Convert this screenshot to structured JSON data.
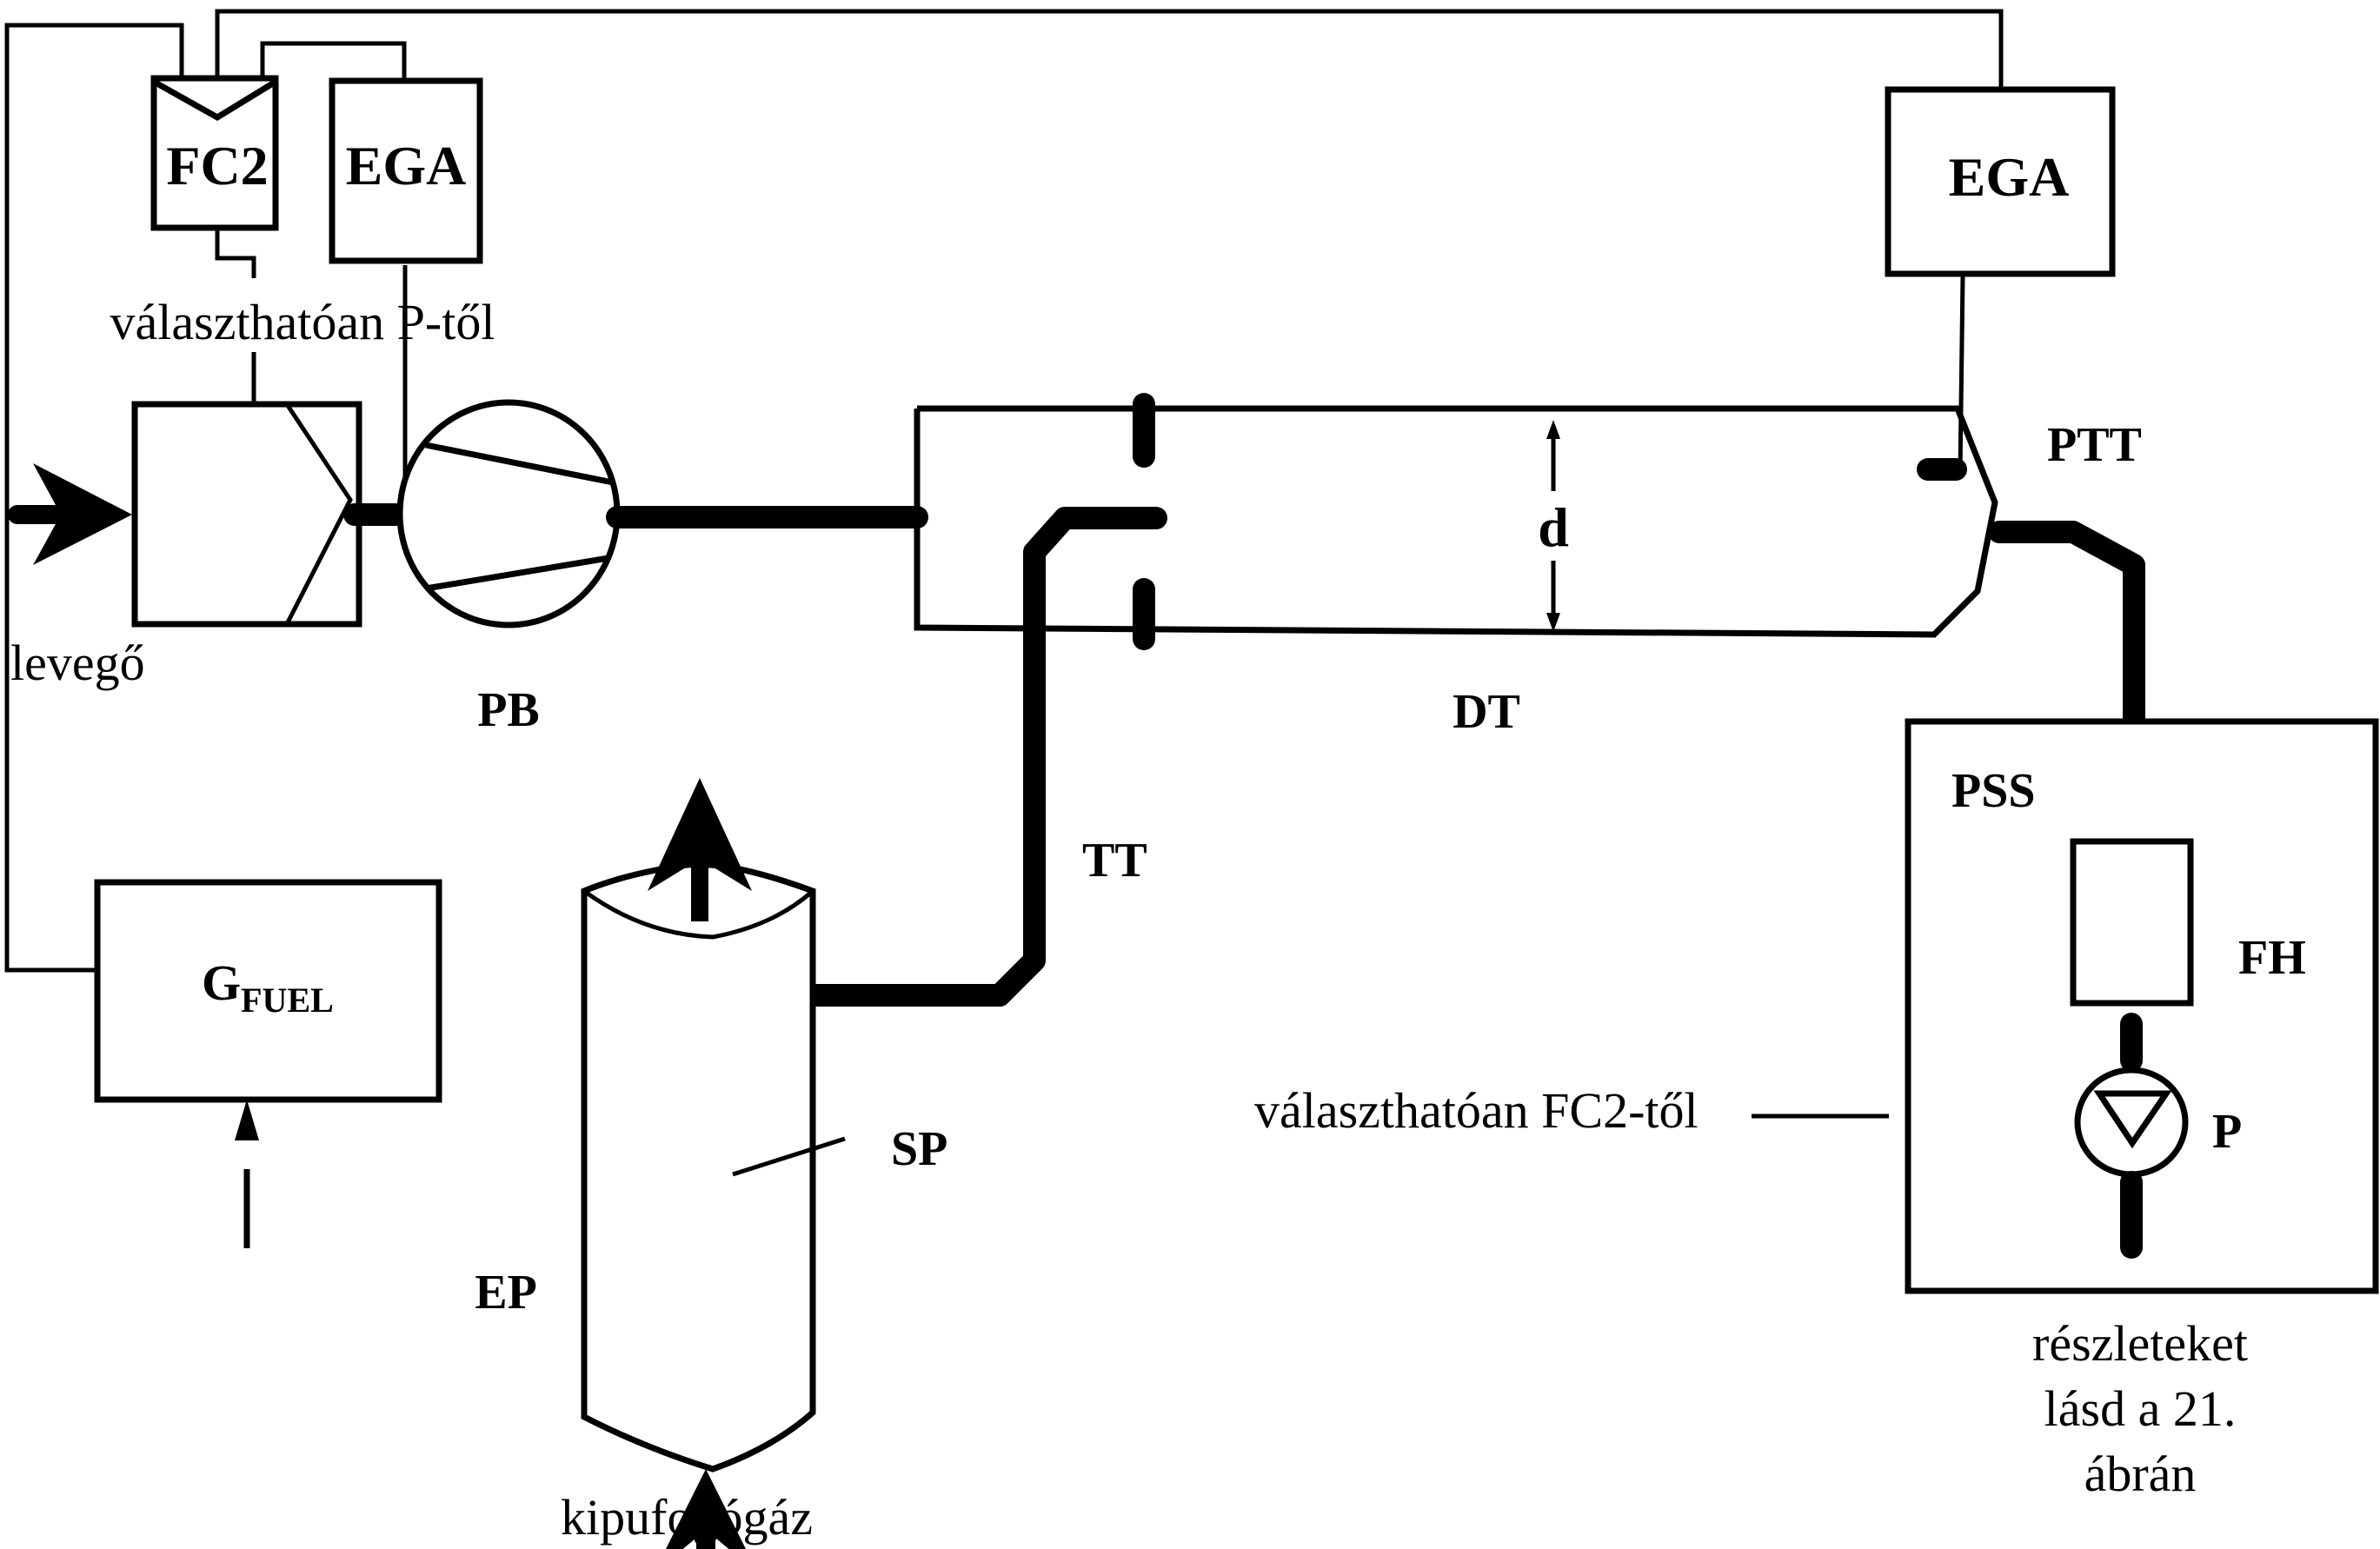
{
  "diagram": {
    "type": "partial-flow dilution sampling system schematic",
    "components": {
      "fc2": "FC2",
      "ega_left": "EGA",
      "ega_right": "EGA",
      "pb": "PB",
      "dt": "DT",
      "ptt": "PTT",
      "pss": "PSS",
      "fh": "FH",
      "p": "P",
      "tt": "TT",
      "sp": "SP",
      "ep": "EP",
      "gfuel_main": "G",
      "gfuel_sub": "FUEL",
      "d": "d"
    },
    "annotations": {
      "optional_from_p": "választhatóan P-től",
      "optional_from_fc2": "választhatóan FC2-től",
      "air": "levegő",
      "exhaust": "kipufogógáz",
      "details_line1": "részleteket",
      "details_line2": "lásd a 21.",
      "details_line3": "ábrán"
    }
  }
}
